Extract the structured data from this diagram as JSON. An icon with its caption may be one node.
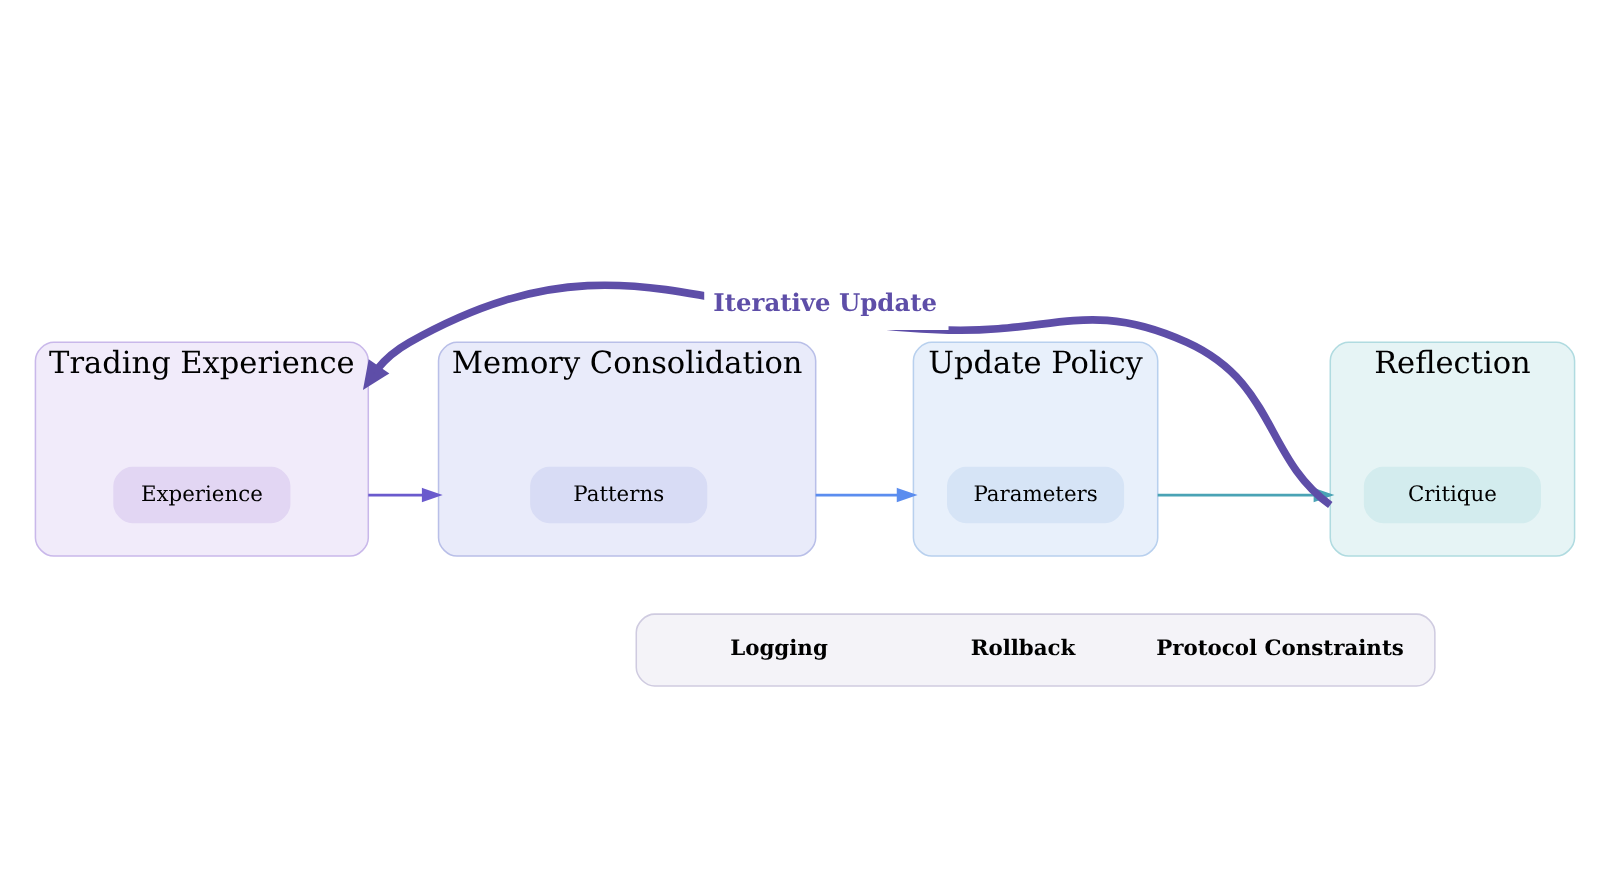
{
  "diagram": {
    "nodes": [
      {
        "text": [
          "Trading Experience"
        ]
      },
      {
        "text": [
          "Experience"
        ],
        "in": 0
      },
      {
        "text": [
          "Memory Consolidation"
        ]
      },
      {
        "text": [
          "Patterns"
        ],
        "in": 2
      },
      {
        "text": [
          "Update Policy"
        ]
      },
      {
        "text": [
          "Parameters"
        ],
        "in": 4
      },
      {
        "text": [
          "Reflection"
        ]
      },
      {
        "text": [
          "Critique"
        ],
        "in": 6
      },
      {
        "text": [
          "Logging",
          "Rollback",
          "Protocol Constraints"
        ]
      }
    ],
    "edges": [
      {
        "from": 0,
        "to": 2,
        "arrow": "to",
        "color": "#6a5acd"
      },
      {
        "from": 2,
        "to": 4,
        "arrow": "to",
        "color": "#5b8def"
      },
      {
        "from": 4,
        "to": 6,
        "arrow": "to",
        "color": "#4aa3b5"
      },
      {
        "from": 6,
        "to": 0,
        "arrow": "to",
        "label": "Iterative Update",
        "style": "thick",
        "color": "#5e4ea8"
      }
    ]
  }
}
